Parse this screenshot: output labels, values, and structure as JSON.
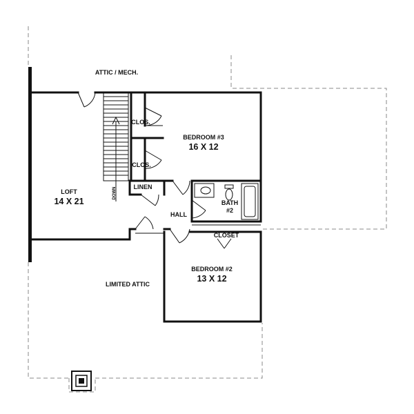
{
  "labels": {
    "attic_mech": "ATTIC / MECH.",
    "loft_name": "LOFT",
    "loft_size": "14 X 21",
    "bedroom3_name": "BEDROOM #3",
    "bedroom3_size": "16 X 12",
    "clos_upper": "CLOS.",
    "clos_lower": "CLOS.",
    "linen": "LINEN",
    "bath_name": "BATH",
    "bath_num": "#2",
    "hall": "HALL",
    "closet": "CLOSET",
    "bedroom2_name": "BEDROOM #2",
    "bedroom2_size": "13 X 12",
    "limited_attic": "LIMITED ATTIC",
    "stair_note": "DOWN"
  }
}
